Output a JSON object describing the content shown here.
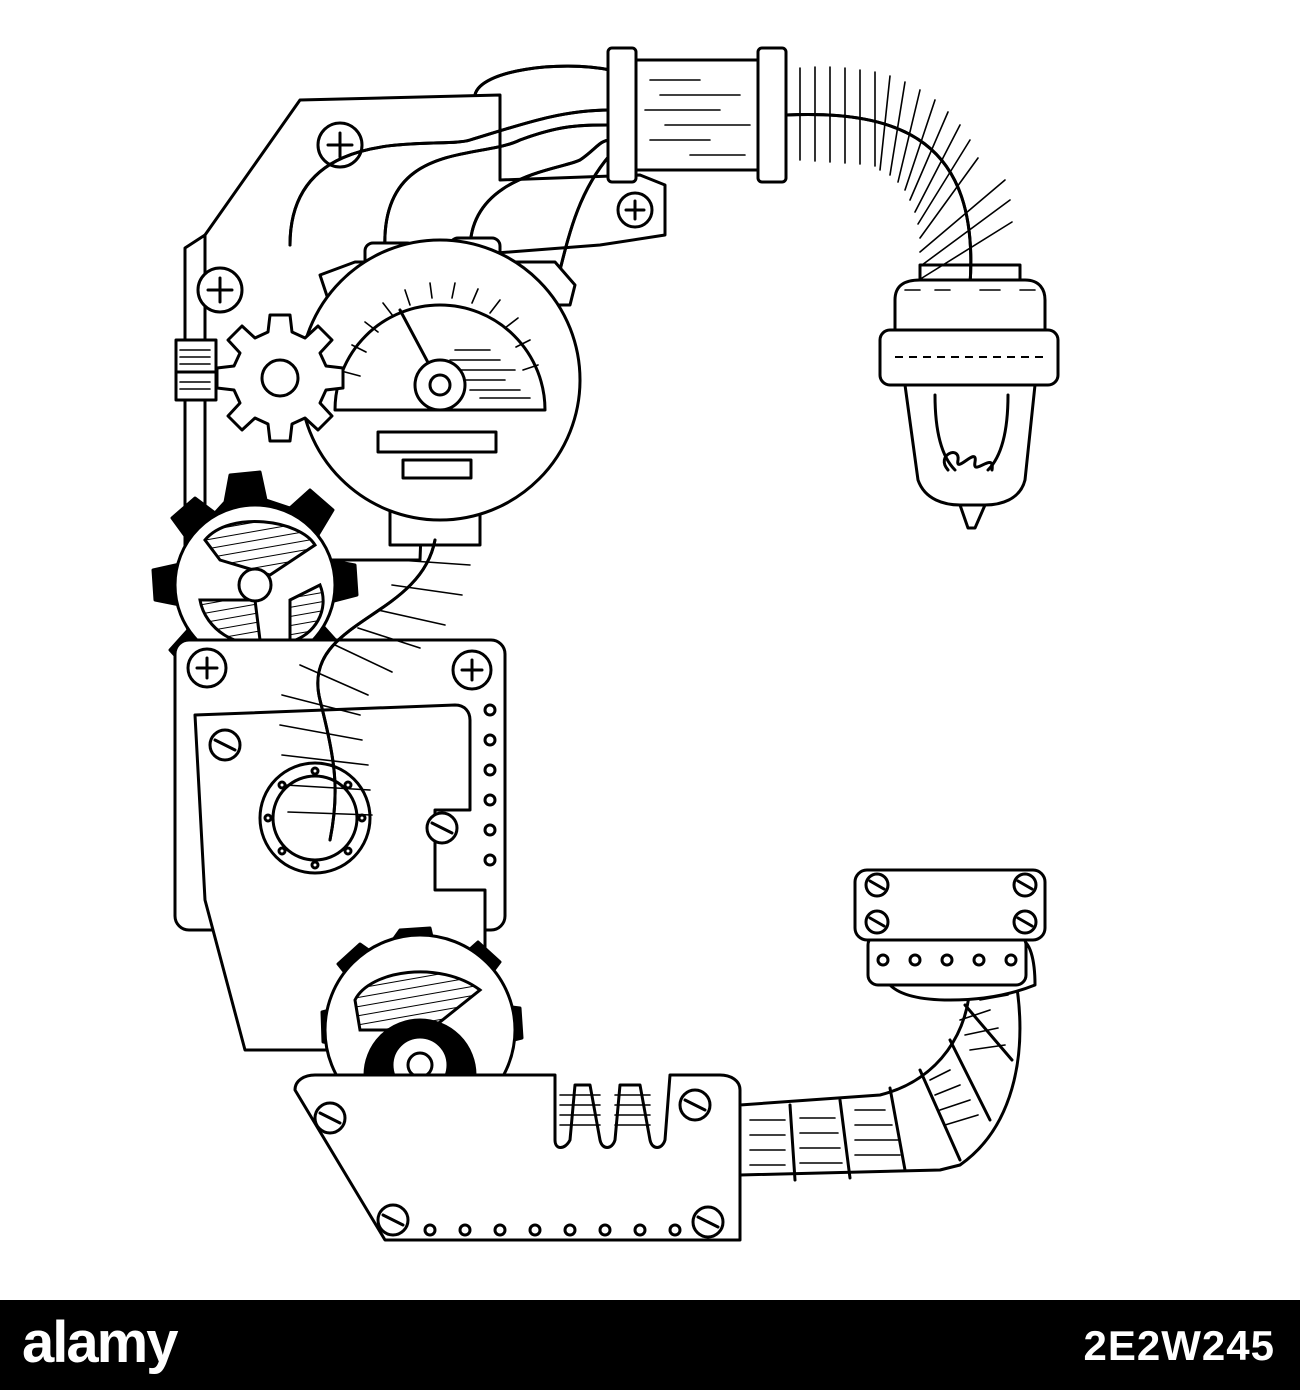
{
  "illustration": {
    "subject": "steampunk-mechanical-letter",
    "letter": "C"
  },
  "footer": {
    "logo_text": "alamy",
    "image_id": "2E2W245"
  },
  "colors": {
    "ink": "#000000",
    "paper": "#ffffff",
    "footer_bg": "#000000",
    "footer_text": "#ffffff"
  }
}
